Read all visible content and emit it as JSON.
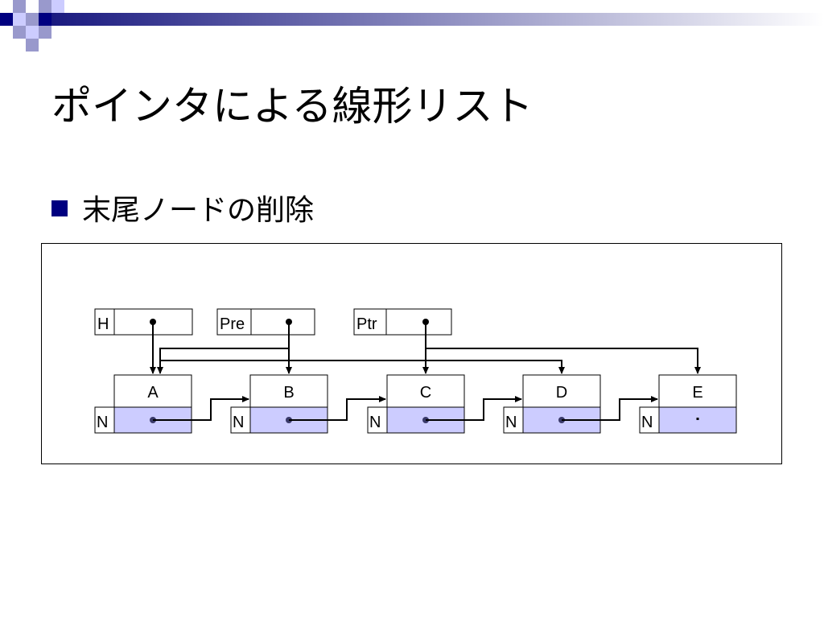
{
  "title": "ポインタによる線形リスト",
  "bullet": {
    "text": "末尾ノードの削除"
  },
  "colors": {
    "bullet_marker": "#000080",
    "pointer_cell_fill": "#ccccff",
    "header_band_start": "#1a1a80",
    "header_band_end": "#ffffff"
  },
  "pointers": [
    {
      "label": "H"
    },
    {
      "label": "Pre"
    },
    {
      "label": "Ptr"
    }
  ],
  "nodes": [
    {
      "data": "A",
      "flag": "N",
      "next": "B"
    },
    {
      "data": "B",
      "flag": "N",
      "next": "C"
    },
    {
      "data": "C",
      "flag": "N",
      "next": "D"
    },
    {
      "data": "D",
      "flag": "N",
      "next": "E"
    },
    {
      "data": "E",
      "flag": "N",
      "next": null
    }
  ],
  "pointer_targets": {
    "H": "A",
    "Pre": [
      "A",
      "B",
      "D"
    ],
    "Ptr": [
      "C",
      "E"
    ]
  }
}
